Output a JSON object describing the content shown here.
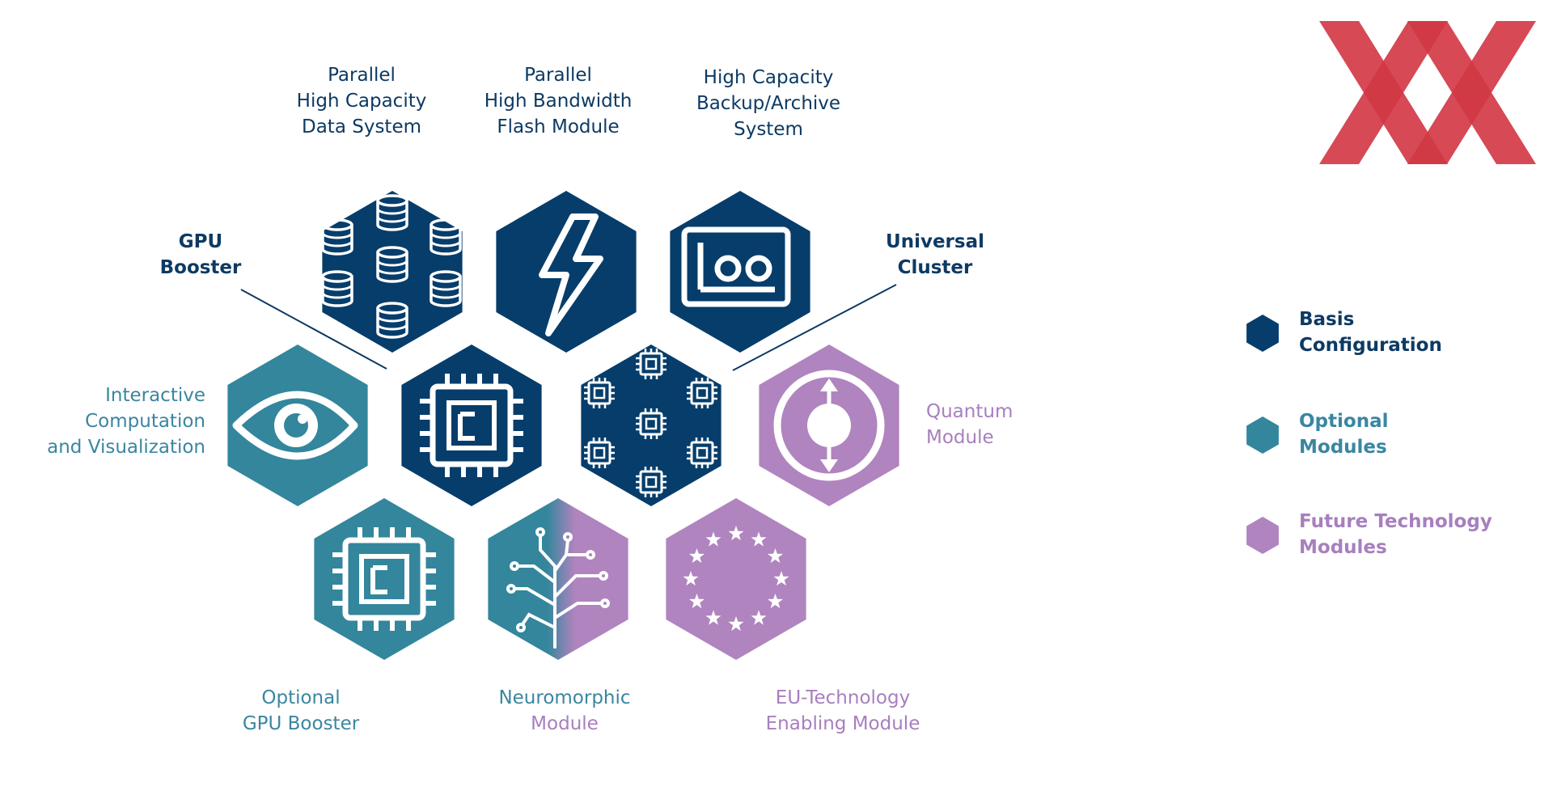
{
  "diagram": {
    "hexagons": [
      {
        "id": "data-system",
        "category": "basis",
        "icon": "database-stack-icon",
        "label_lines": [
          "Parallel",
          "High Capacity",
          "Data System"
        ]
      },
      {
        "id": "flash-module",
        "category": "basis",
        "icon": "lightning-bolt-icon",
        "label_lines": [
          "Parallel",
          "High Bandwidth",
          "Flash Module"
        ]
      },
      {
        "id": "backup-archive",
        "category": "basis",
        "icon": "tape-storage-icon",
        "label_lines": [
          "High Capacity",
          "Backup/Archive",
          "System"
        ]
      },
      {
        "id": "interactive-viz",
        "category": "optional",
        "icon": "eye-icon",
        "label_lines": [
          "Interactive",
          "Computation",
          "and Visualization"
        ]
      },
      {
        "id": "gpu-booster",
        "category": "basis",
        "icon": "processor-chip-icon",
        "label_lines": [
          "GPU",
          "Booster"
        ]
      },
      {
        "id": "universal-cluster",
        "category": "basis",
        "icon": "chip-cluster-icon",
        "label_lines": [
          "Universal",
          "Cluster"
        ]
      },
      {
        "id": "quantum-module",
        "category": "future",
        "icon": "quantum-spin-icon",
        "label_lines": [
          "Quantum",
          "Module"
        ]
      },
      {
        "id": "optional-gpu-booster",
        "category": "optional",
        "icon": "processor-chip-icon",
        "label_lines": [
          "Optional",
          "GPU Booster"
        ]
      },
      {
        "id": "neuromorphic-module",
        "category": "optional+future",
        "icon": "circuit-tree-icon",
        "label_lines": [
          "Neuromorphic",
          "Module"
        ]
      },
      {
        "id": "eu-technology",
        "category": "future",
        "icon": "eu-stars-icon",
        "label_lines": [
          "EU-Technology",
          "Enabling Module"
        ]
      }
    ]
  },
  "legend": {
    "items": [
      {
        "category": "basis",
        "label_lines": [
          "Basis",
          "Configuration"
        ]
      },
      {
        "category": "optional",
        "label_lines": [
          "Optional",
          "Modules"
        ]
      },
      {
        "category": "future",
        "label_lines": [
          "Future Technology",
          "Modules"
        ]
      }
    ]
  },
  "colors": {
    "basis": "#063d6b",
    "optional": "#33869c",
    "future": "#b084bf",
    "basis_text": "#0d3a63",
    "optional_text": "#3a86a0",
    "future_text": "#a77fbe",
    "logo": "#cf2f3c"
  },
  "logo": {
    "text": "XX"
  }
}
